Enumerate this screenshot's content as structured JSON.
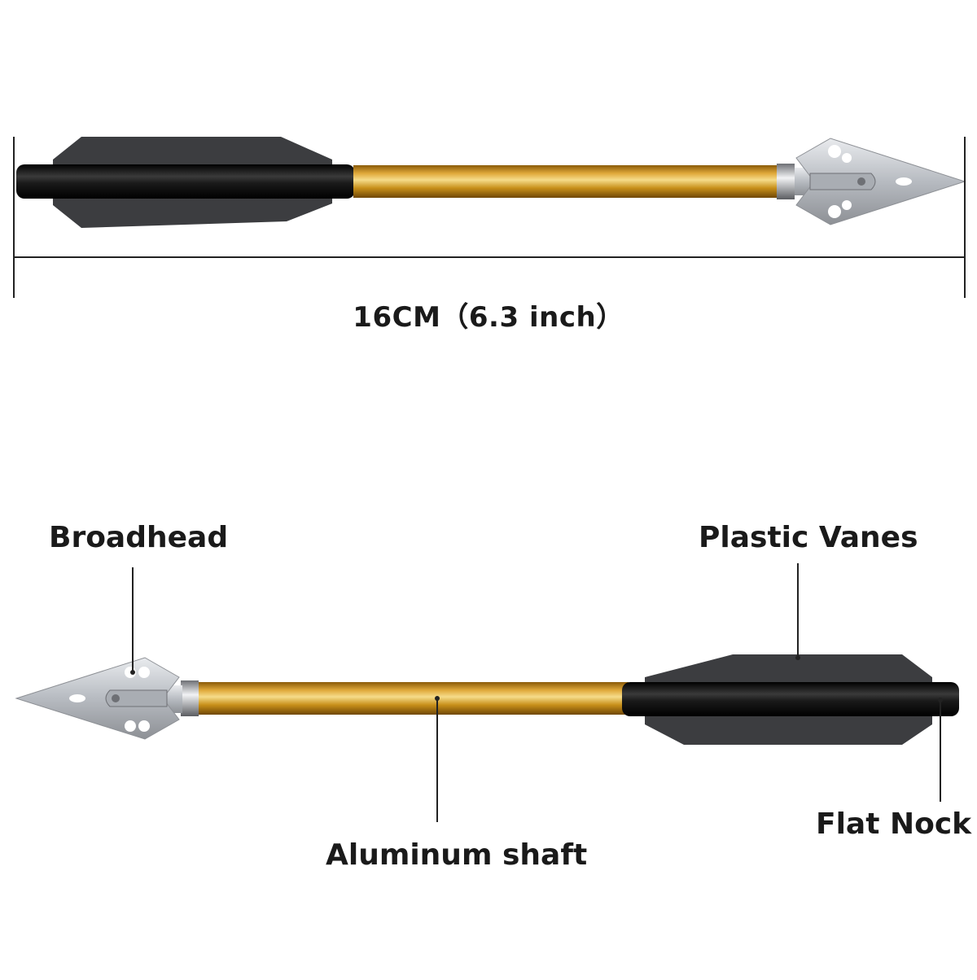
{
  "dimension": {
    "text": "16CM（6.3 inch）"
  },
  "callouts": {
    "broadhead": "Broadhead",
    "vanes": "Plastic Vanes",
    "shaft": "Aluminum shaft",
    "nock": "Flat Nock"
  },
  "colors": {
    "vane": "#3c3d40",
    "nock_tube": "#111111",
    "shaft_gold": "#c8901a",
    "shaft_highlight": "#f3d27a",
    "steel": "#c9ccd1",
    "steel_dark": "#8d9095",
    "leader_line": "#222222"
  }
}
